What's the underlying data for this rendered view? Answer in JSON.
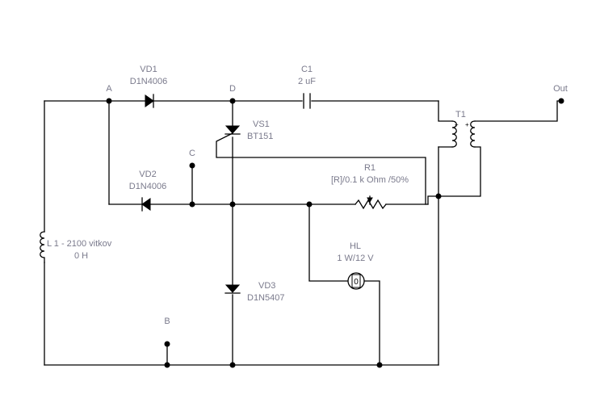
{
  "nodes": {
    "a": "A",
    "b": "B",
    "c": "C",
    "d": "D",
    "out": "Out"
  },
  "components": {
    "vd1": {
      "ref": "VD1",
      "value": "D1N4006"
    },
    "vd2": {
      "ref": "VD2",
      "value": "D1N4006"
    },
    "vd3": {
      "ref": "VD3",
      "value": "D1N5407"
    },
    "vs1": {
      "ref": "VS1",
      "value": "BT151"
    },
    "c1": {
      "ref": "C1",
      "value": "2 uF"
    },
    "r1": {
      "ref": "R1",
      "value": "[R]/0.1 k Ohm /50%"
    },
    "hl": {
      "ref": "HL",
      "value": "1 W/12 V",
      "symbol_text": "0"
    },
    "t1": {
      "ref": "T1"
    },
    "l1": {
      "ref": "L 1 - 2100 vitkov",
      "value": "0 H"
    }
  },
  "colors": {
    "wire": "#000000",
    "label": "#7a7a8c",
    "background": "#ffffff"
  }
}
